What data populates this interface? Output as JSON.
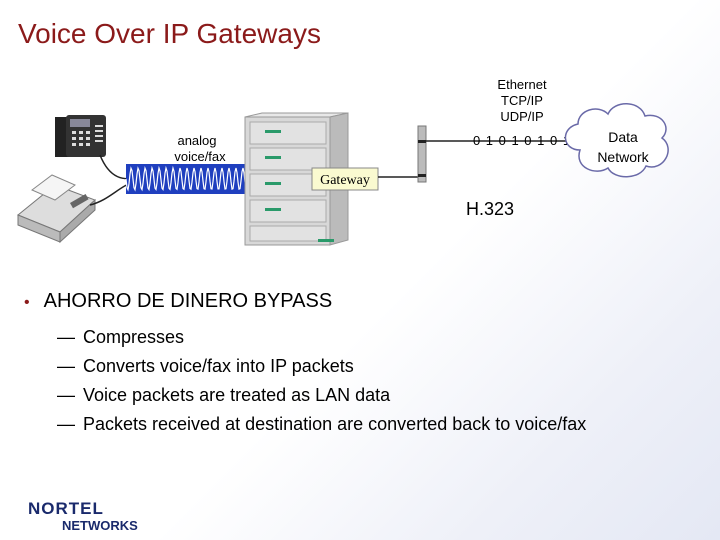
{
  "slide": {
    "title": "Voice Over IP Gateways"
  },
  "diagram": {
    "ethernet_label_lines": [
      "Ethernet",
      "TCP/IP",
      "UDP/IP"
    ],
    "analog_label_lines": [
      "analog",
      "voice/fax"
    ],
    "bits_label": "0 1 0 1 0 1 0 1",
    "cloud_label_lines": [
      "Data",
      "Network"
    ],
    "gateway_label": "Gateway",
    "protocol_label": "H.323"
  },
  "bullets": {
    "main": "AHORRO DE DINERO BYPASS",
    "items": [
      "Compresses",
      "Converts voice/fax into IP packets",
      "Voice packets are treated as LAN data",
      "Packets received at destination are converted back to voice/fax"
    ],
    "dash": "—"
  },
  "logo": {
    "line1": "NORTEL",
    "line2": "NETWORKS"
  },
  "colors": {
    "title": "#8b1a1a",
    "signal": "#1f3fbf",
    "gateway_label_bg": "#fafad0"
  }
}
